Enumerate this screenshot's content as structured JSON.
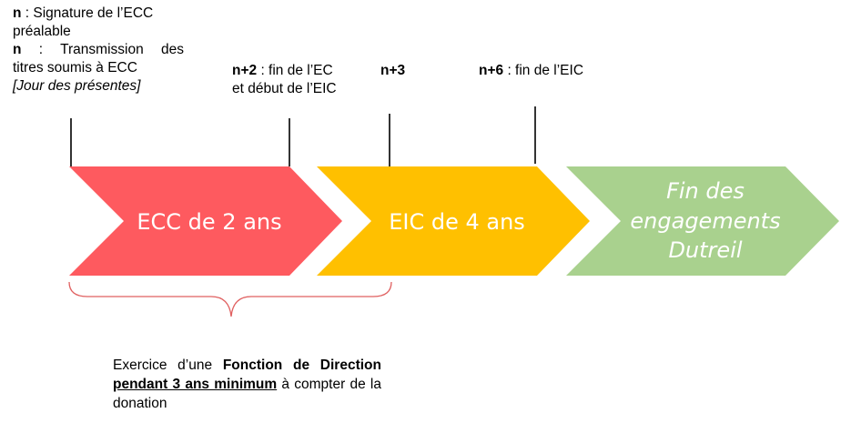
{
  "labels": {
    "n_start": {
      "line1_bold": "n",
      "line1_text": " : Signature de l’ECC",
      "line2": "préalable",
      "line3_bold": "n",
      "line3_text": " : Transmission des",
      "line4": "titres soumis à ECC",
      "line5": "[Jour des présentes]"
    },
    "n_plus_2": {
      "bold": "n+2",
      "text1": " : fin de l’EC",
      "text2": "et début de l’EIC"
    },
    "n_plus_3": {
      "bold": "n+3"
    },
    "n_plus_6": {
      "bold": "n+6",
      "text": " : fin de l’EIC"
    }
  },
  "arrows": {
    "ecc": {
      "label": "ECC de 2 ans",
      "color": "#fe5a5f"
    },
    "eic": {
      "label": "EIC de 4 ans",
      "color": "#ffc000"
    },
    "fin": {
      "line1": "Fin des",
      "line2": "engagements",
      "line3": "Dutreil",
      "color": "#a9d18e"
    }
  },
  "brace": {
    "color": "#e06060",
    "text_plain1": "Exercice d’une ",
    "text_bold1": "Fonction de Direction",
    "text_plain2": " ",
    "text_underline1": "pendant 3 ans minimum",
    "text_plain3": " à compter de la donation"
  }
}
